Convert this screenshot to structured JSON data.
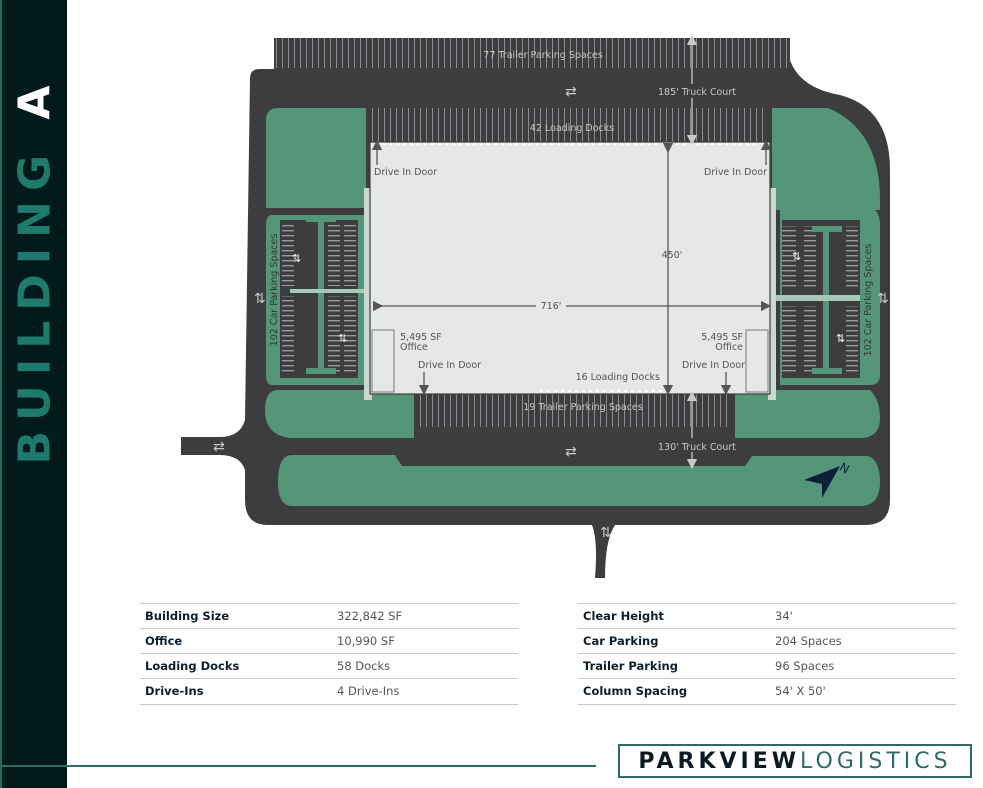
{
  "sidebar": {
    "title_main": "BUILDING ",
    "title_letter": "A"
  },
  "site_plan": {
    "labels": {
      "trailer_parking_top": "77 Trailer Parking Spaces",
      "truck_court_top": "185' Truck Court",
      "loading_docks_top": "42 Loading Docks",
      "drive_in_top_left": "Drive In Door",
      "drive_in_top_right": "Drive In Door",
      "depth": "450'",
      "width": "716'",
      "office_left_size": "5,495 SF",
      "office_left_label": "Office",
      "office_right_size": "5,495 SF",
      "office_right_label": "Office",
      "drive_in_bottom_left": "Drive In Door",
      "drive_in_bottom_right": "Drive In Door",
      "loading_docks_bottom": "16 Loading Docks",
      "trailer_parking_bottom": "19 Trailer Parking Spaces",
      "truck_court_bottom": "130' Truck Court",
      "car_parking_left": "102 Car Parking Spaces",
      "car_parking_right": "102 Car Parking Spaces",
      "north": "N"
    },
    "colors": {
      "pavement": "#3d3c3f",
      "landscape": "#55967a",
      "building": "#e6e7e8",
      "accent": "#1e7a6c",
      "north_arrow": "#0b2038"
    }
  },
  "specs": {
    "left": [
      {
        "label": "Building Size",
        "value": "322,842 SF"
      },
      {
        "label": "Office",
        "value": "10,990 SF"
      },
      {
        "label": "Loading Docks",
        "value": "58 Docks"
      },
      {
        "label": "Drive-Ins",
        "value": "4 Drive-Ins"
      }
    ],
    "right": [
      {
        "label": "Clear Height",
        "value": "34'"
      },
      {
        "label": "Car Parking",
        "value": "204 Spaces"
      },
      {
        "label": "Trailer Parking",
        "value": "96 Spaces"
      },
      {
        "label": "Column Spacing",
        "value": "54' X 50'"
      }
    ]
  },
  "logo": {
    "bold": "PARKVIEW",
    "light": "LOGISTICS"
  }
}
